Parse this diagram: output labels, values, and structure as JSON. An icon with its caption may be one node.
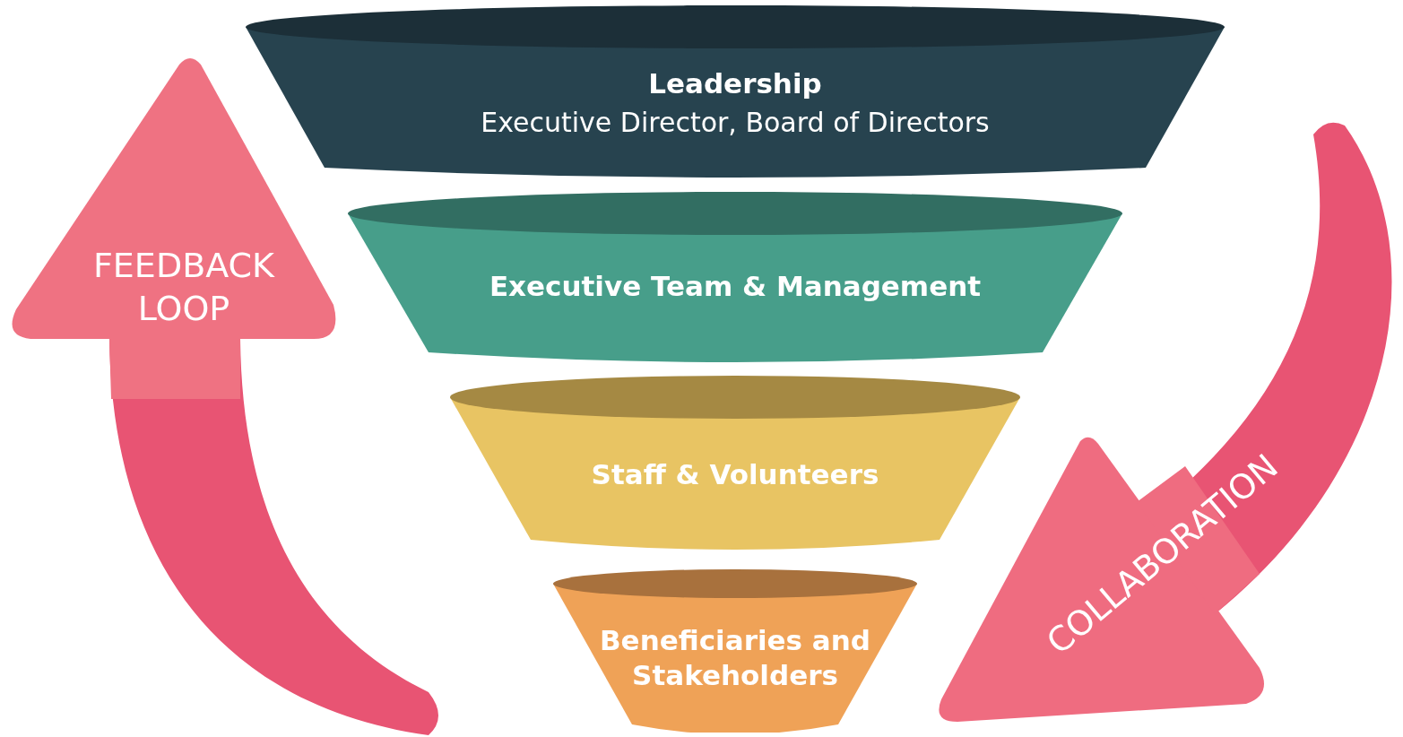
{
  "diagram": {
    "nodes": [
      {
        "text": [
          "Leadership",
          "Executive Director, Board of Directors"
        ]
      },
      {
        "text": [
          "Executive Team & Management"
        ]
      },
      {
        "text": [
          "Staff & Volunteers"
        ]
      },
      {
        "text": [
          "Beneficiaries and Stakeholders"
        ]
      },
      {
        "text": [
          "FEEDBACK LOOP"
        ]
      },
      {
        "text": [
          "COLLABORATION"
        ]
      }
    ]
  }
}
